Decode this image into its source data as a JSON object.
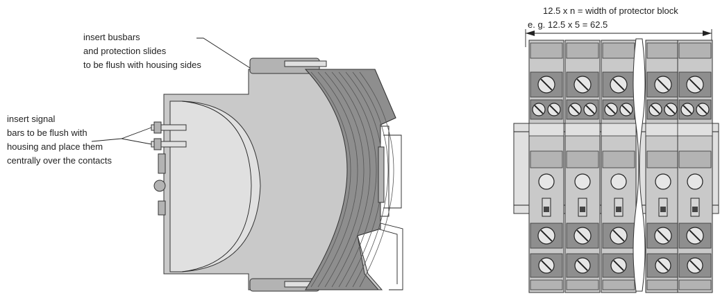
{
  "annotations": {
    "busbars": [
      "insert busbars",
      "and protection slides",
      "to be flush with housing sides"
    ],
    "signal_bars": [
      "insert signal",
      "bars to be flush with",
      "housing and place them",
      "centrally over the contacts"
    ],
    "dimension": [
      "12.5 x n = width of protector block",
      "e. g.  12.5 x 5 = 62.5"
    ]
  },
  "colors": {
    "housing": "#c9c9c9",
    "dark": "#8e8e8e",
    "outline": "#333333"
  }
}
